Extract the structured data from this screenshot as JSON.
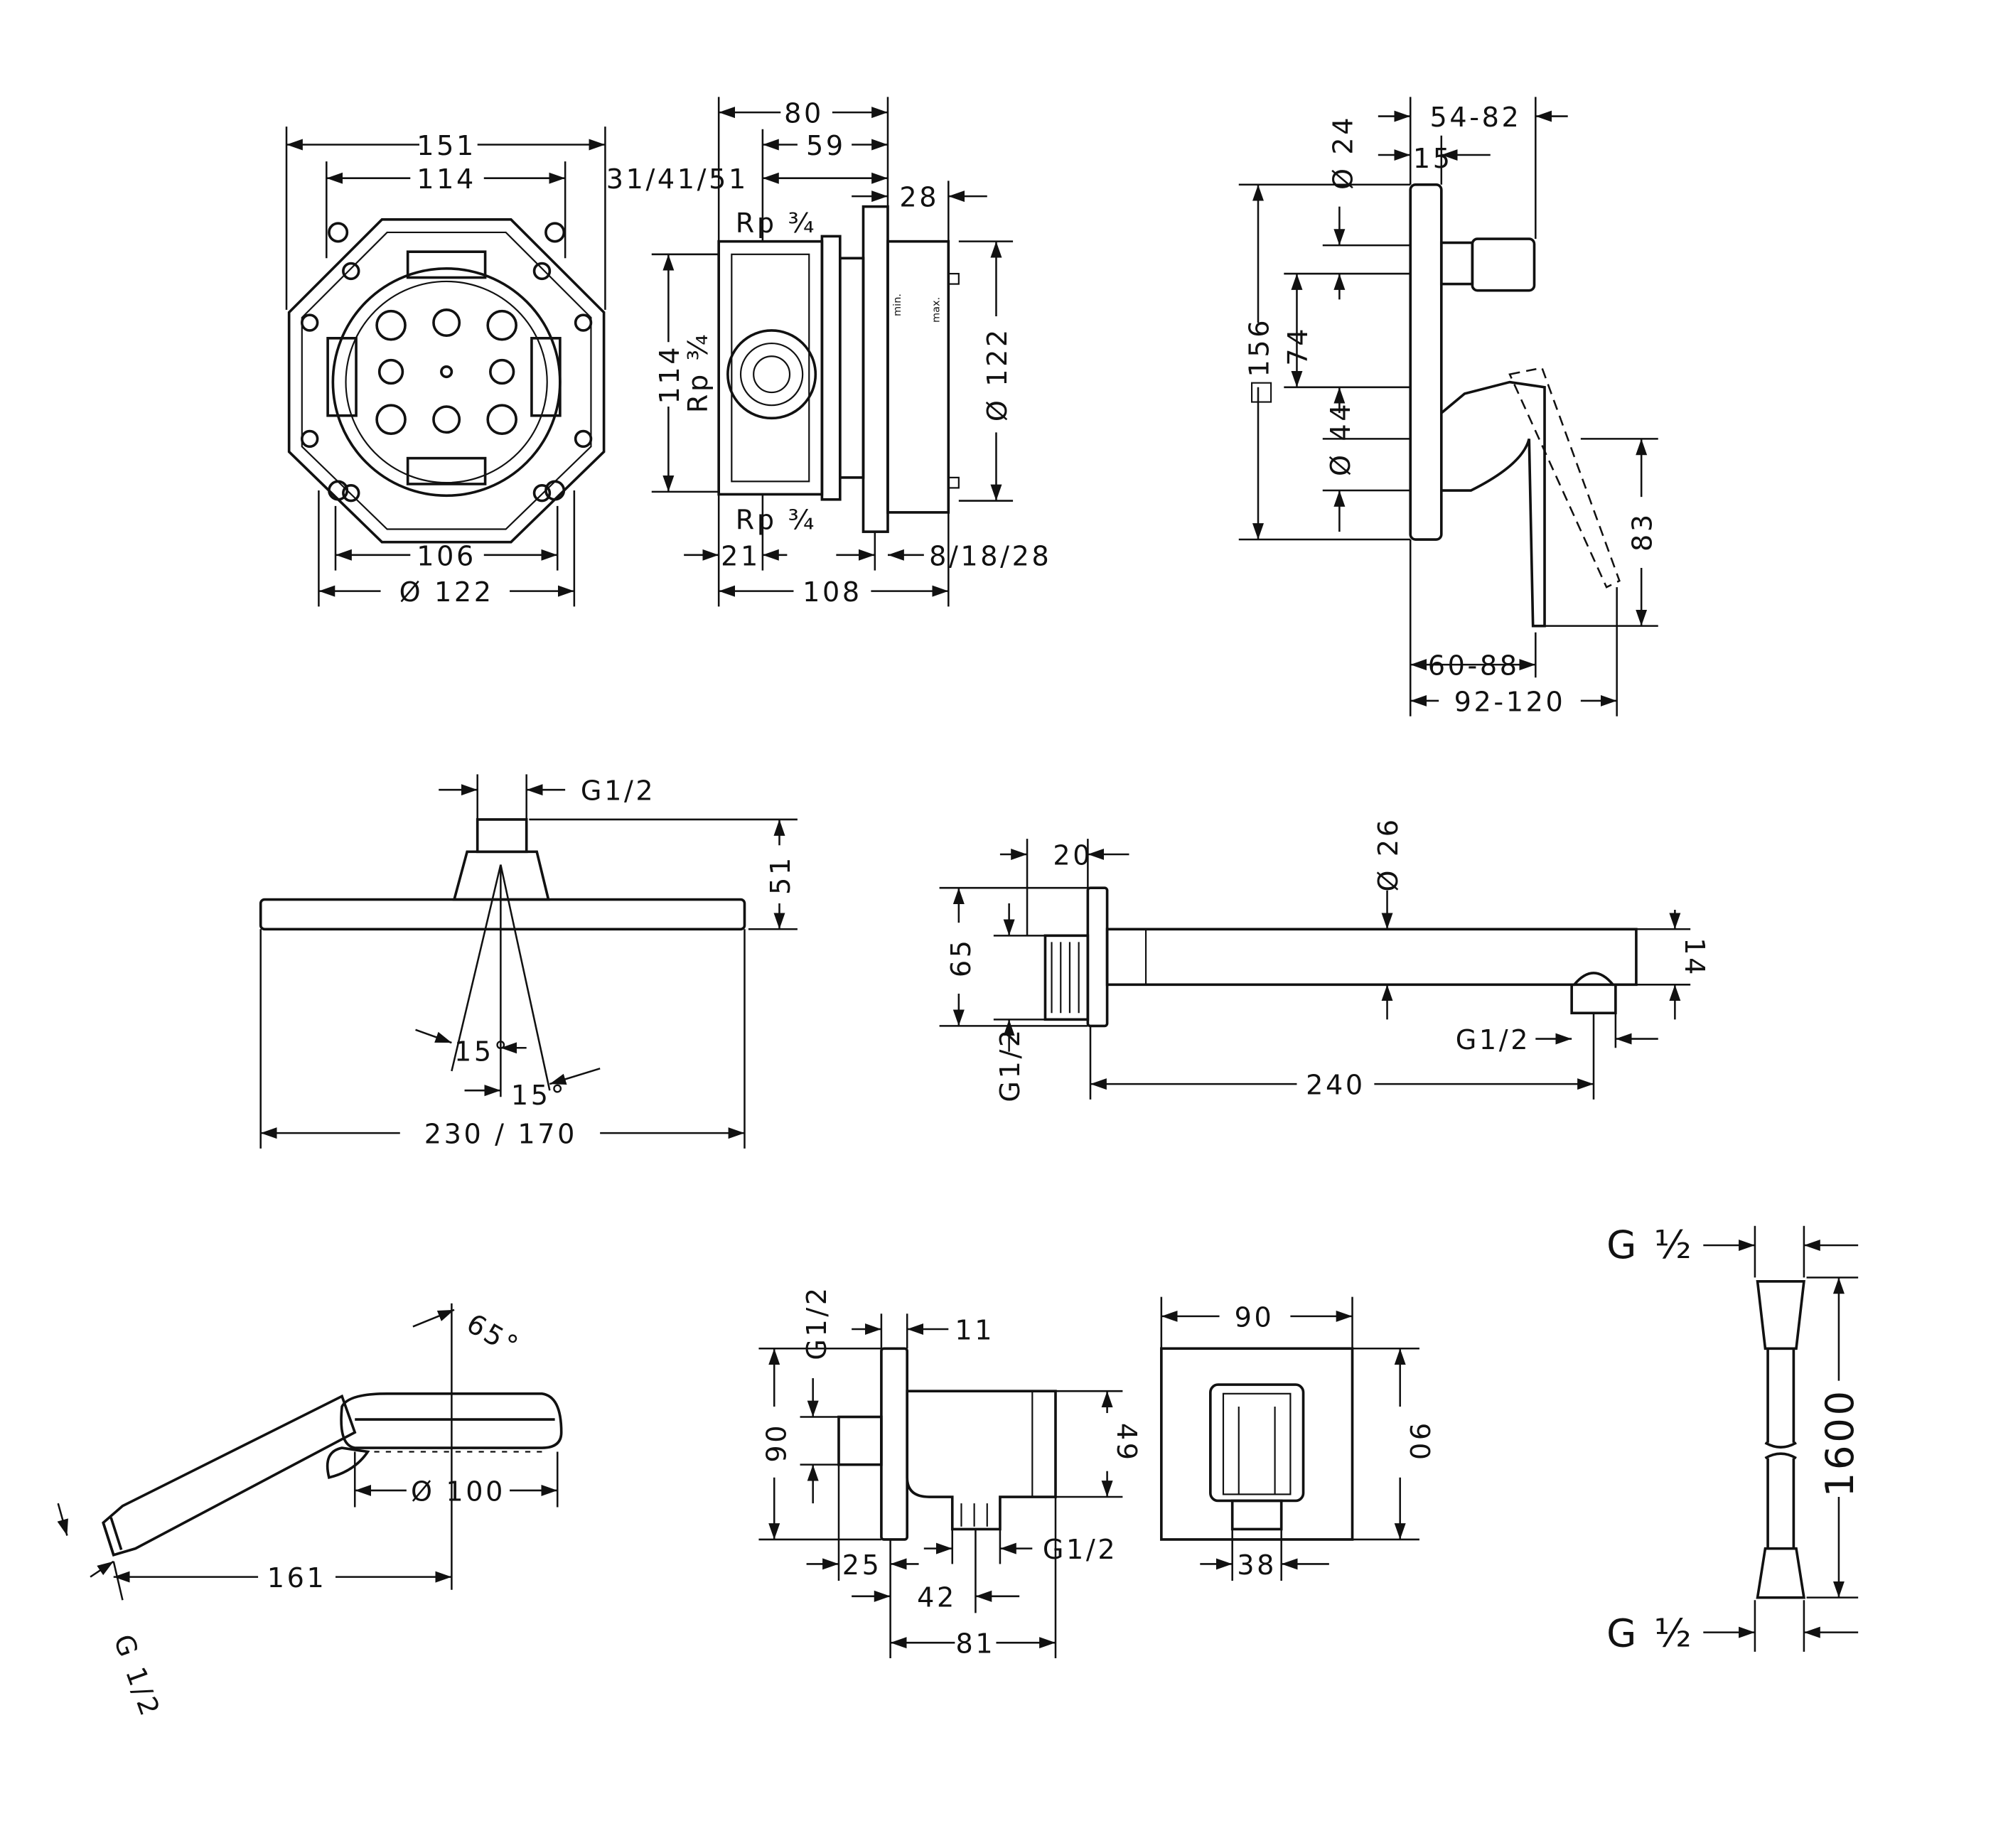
{
  "box_front": {
    "d151": "151",
    "d114": "114",
    "d106": "106",
    "d122": "Ø 122"
  },
  "box_side": {
    "d80": "80",
    "d59": "59",
    "d31": "31/41/51",
    "d28": "28",
    "rp_top": "Rp ¾",
    "rp_left": "Rp ¾",
    "rp_bottom": "Rp ¾",
    "d114": "114",
    "d122": "Ø 122",
    "d21": "21",
    "d8": "8/18/28",
    "d108": "108",
    "min": "min.",
    "max": "max."
  },
  "mixer": {
    "d5482": "54-82",
    "d24": "Ø 24",
    "d15": "15",
    "d156": "□156",
    "d74": "74",
    "d44": "Ø 44",
    "d83": "83",
    "d6088": "60-88",
    "d92120": "92-120"
  },
  "overhead_shower": {
    "thread": "G1/2",
    "d51": "51",
    "angle1": "15°",
    "angle2": "15°",
    "width": "230 / 170"
  },
  "spout": {
    "d20": "20",
    "d26": "Ø 26",
    "d65": "65",
    "d14": "14",
    "thread_left": "G1/2",
    "thread_right": "G1/2",
    "d240": "240"
  },
  "hand_shower": {
    "angle": "65°",
    "d100": "Ø 100",
    "d161": "161",
    "thread": "G 1/2"
  },
  "wall_outlet": {
    "thread_top": "G1/2",
    "d11": "11",
    "d90": "90",
    "d49": "49",
    "d25": "25",
    "d42": "42",
    "thread_bottom": "G1/2",
    "d81": "81"
  },
  "plate": {
    "width": "90",
    "height": "90",
    "d38": "38"
  },
  "hose": {
    "thread_top": "G ½",
    "length": "1600",
    "thread_bottom": "G ½"
  }
}
